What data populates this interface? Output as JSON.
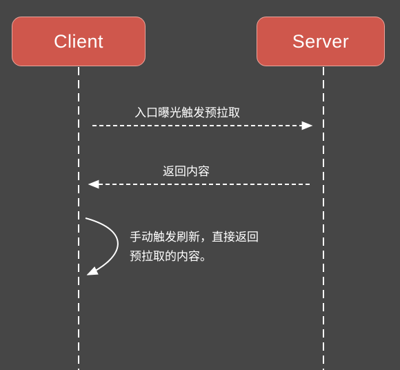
{
  "actors": {
    "client": "Client",
    "server": "Server"
  },
  "messages": {
    "prefetch": "入口曝光触发预拉取",
    "return": "返回内容"
  },
  "self_note": {
    "line1": "手动触发刷新，直接返回",
    "line2": "预拉取的内容。"
  },
  "colors": {
    "background": "#464646",
    "actor_fill": "#cf574c",
    "actor_border": "#e8a59c",
    "line": "#ffffff"
  }
}
